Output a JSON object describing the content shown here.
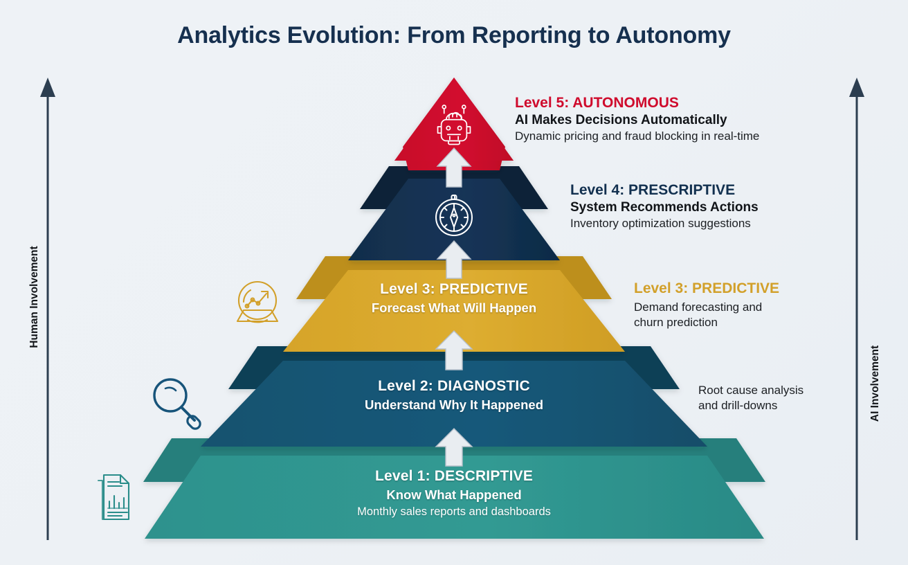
{
  "title": "Analytics Evolution: From Reporting to Autonomy",
  "colors": {
    "background": "#eef2f6",
    "title": "#16304f",
    "level1": "#309690",
    "level1_shade": "#257f7b",
    "level2": "#175574",
    "level2_shade": "#113f57",
    "level3": "#d9a82c",
    "level3_shade": "#bd8f1e",
    "level4": "#12304f",
    "level4_shade": "#0b2338",
    "level5": "#cf0a2c",
    "level5_shade": "#a5071f",
    "arrow": "#e9edf1",
    "arrow_stroke": "#b9c2cc",
    "axis": "#2c3e50",
    "text_dark": "#111418"
  },
  "axes": {
    "left": {
      "label": "Human Involvement",
      "direction": "up",
      "icon": "arrow-up-icon"
    },
    "right": {
      "label": "AI Involvement",
      "direction": "up",
      "icon": "arrow-up-icon"
    }
  },
  "levels": [
    {
      "id": "level-5",
      "number": 5,
      "name": "AUTONOMOUS",
      "title": "Level 5: AUTONOMOUS",
      "subtitle": "AI Makes Decisions Automatically",
      "description": "Dynamic pricing and fraud blocking in real-time",
      "color": "#cf0a2c",
      "title_color": "#cf0a2c",
      "icon": "robot-brain-icon",
      "icon_position": "inside",
      "text_position": "right",
      "side_icon": null
    },
    {
      "id": "level-4",
      "number": 4,
      "name": "PRESCRIPTIVE",
      "title": "Level 4: PRESCRIPTIVE",
      "subtitle": "System Recommends Actions",
      "description": "Inventory optimization suggestions",
      "color": "#12304f",
      "title_color": "#12304f",
      "icon": "compass-icon",
      "icon_position": "inside",
      "text_position": "right",
      "side_icon": null
    },
    {
      "id": "level-3",
      "number": 3,
      "name": "PREDICTIVE",
      "title": "Level 3: PREDICTIVE",
      "subtitle": "Forecast What Will Happen",
      "description": "Demand forecasting and churn prediction",
      "description_line1": "Demand forecasting and",
      "description_line2": "churn prediction",
      "color": "#d9a82c",
      "title_color": "#d2a02a",
      "icon": "crystal-ball-chart-icon",
      "icon_position": "left-outside",
      "text_position": "inside-and-right",
      "side_icon": "crystal-ball-chart-icon"
    },
    {
      "id": "level-2",
      "number": 2,
      "name": "DIAGNOSTIC",
      "title": "Level 2: DIAGNOSTIC",
      "subtitle": "Understand Why It Happened",
      "description": "Root cause analysis and drill-downs",
      "description_line1": "Root cause analysis",
      "description_line2": "and drill-downs",
      "color": "#175574",
      "title_color": "#175574",
      "icon": "magnifier-icon",
      "icon_position": "left-outside",
      "text_position": "inside-and-right",
      "side_icon": "magnifier-icon"
    },
    {
      "id": "level-1",
      "number": 1,
      "name": "DESCRIPTIVE",
      "title": "Level 1: DESCRIPTIVE",
      "subtitle": "Know What Happened",
      "description": "Monthly sales reports and dashboards",
      "color": "#309690",
      "title_color": "#309690",
      "icon": "report-chart-document-icon",
      "icon_position": "left-outside",
      "text_position": "inside",
      "side_icon": "report-chart-document-icon"
    }
  ],
  "connectors": [
    {
      "id": "arrow-1-to-2",
      "from": "level-1",
      "to": "level-2",
      "icon": "arrow-up-icon"
    },
    {
      "id": "arrow-2-to-3",
      "from": "level-2",
      "to": "level-3",
      "icon": "arrow-up-icon"
    },
    {
      "id": "arrow-3-to-4",
      "from": "level-3",
      "to": "level-4",
      "icon": "arrow-up-icon"
    },
    {
      "id": "arrow-4-to-5",
      "from": "level-4",
      "to": "level-5",
      "icon": "arrow-up-icon"
    }
  ]
}
